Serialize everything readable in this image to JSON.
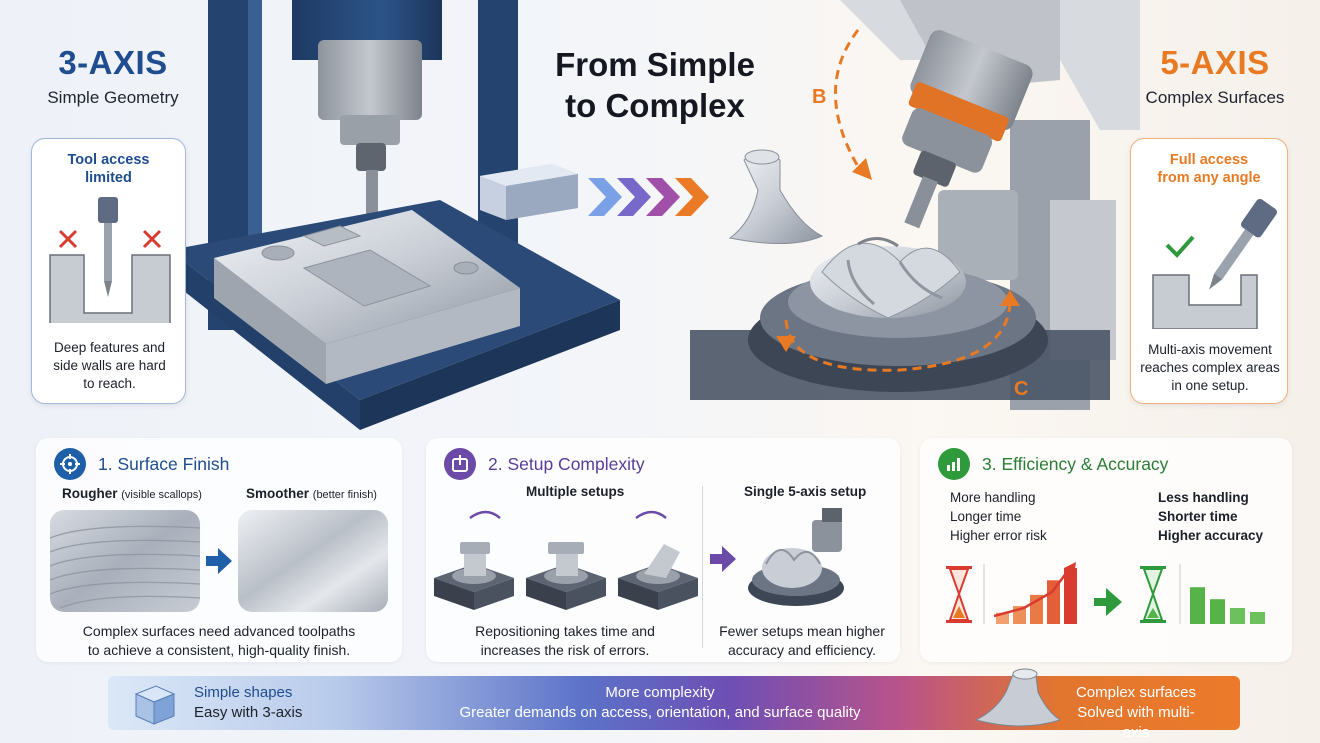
{
  "hero": {
    "title_line1": "From Simple",
    "title_line2": "to Complex",
    "left": {
      "heading": "3-AXIS",
      "subheading": "Simple Geometry",
      "card_title_line1": "Tool access",
      "card_title_line2": "limited",
      "card_body_line1": "Deep features and",
      "card_body_line2": "side walls are hard",
      "card_body_line3": "to reach."
    },
    "right": {
      "heading": "5-AXIS",
      "subheading": "Complex Surfaces",
      "card_title_line1": "Full access",
      "card_title_line2": "from any angle",
      "card_body_line1": "Multi-axis movement",
      "card_body_line2": "reaches complex areas",
      "card_body_line3": "in one setup."
    },
    "axis_b": "B",
    "axis_c": "C"
  },
  "panels": {
    "surface": {
      "title": "1. Surface Finish",
      "rough_label": "Rougher",
      "rough_note": "(visible scallops)",
      "smooth_label": "Smoother",
      "smooth_note": "(better finish)",
      "caption_line1": "Complex surfaces need advanced toolpaths",
      "caption_line2": "to achieve a consistent, high-quality finish."
    },
    "setup": {
      "title": "2. Setup Complexity",
      "multi_label": "Multiple setups",
      "single_label": "Single 5-axis setup",
      "multi_caption_line1": "Repositioning takes time and",
      "multi_caption_line2": "increases the risk of errors.",
      "single_caption_line1": "Fewer setups mean higher",
      "single_caption_line2": "accuracy and efficiency."
    },
    "efficiency": {
      "title": "3. Efficiency & Accuracy",
      "left_items": [
        "More handling",
        "Longer time",
        "Higher error risk"
      ],
      "right_items": [
        "Less handling",
        "Shorter time",
        "Higher accuracy"
      ],
      "rising_bars": [
        0.2,
        0.32,
        0.52,
        0.78,
        1.0
      ],
      "falling_bars": [
        0.92,
        0.62,
        0.4,
        0.3
      ]
    }
  },
  "band": {
    "left_title": "Simple shapes",
    "left_sub": "Easy with 3-axis",
    "mid_title": "More complexity",
    "mid_sub": "Greater demands on access, orientation, and surface quality",
    "right_title": "Complex surfaces",
    "right_sub": "Solved with multi-axis"
  },
  "colors": {
    "blue": "#1f5fa8",
    "orange": "#e77a23",
    "purple": "#6b4aa8",
    "green": "#2f9a3c",
    "red": "#d93b30"
  },
  "icons": {
    "surface": "crosshair-icon",
    "setup": "fixture-icon",
    "efficiency": "bar-chart-icon"
  }
}
